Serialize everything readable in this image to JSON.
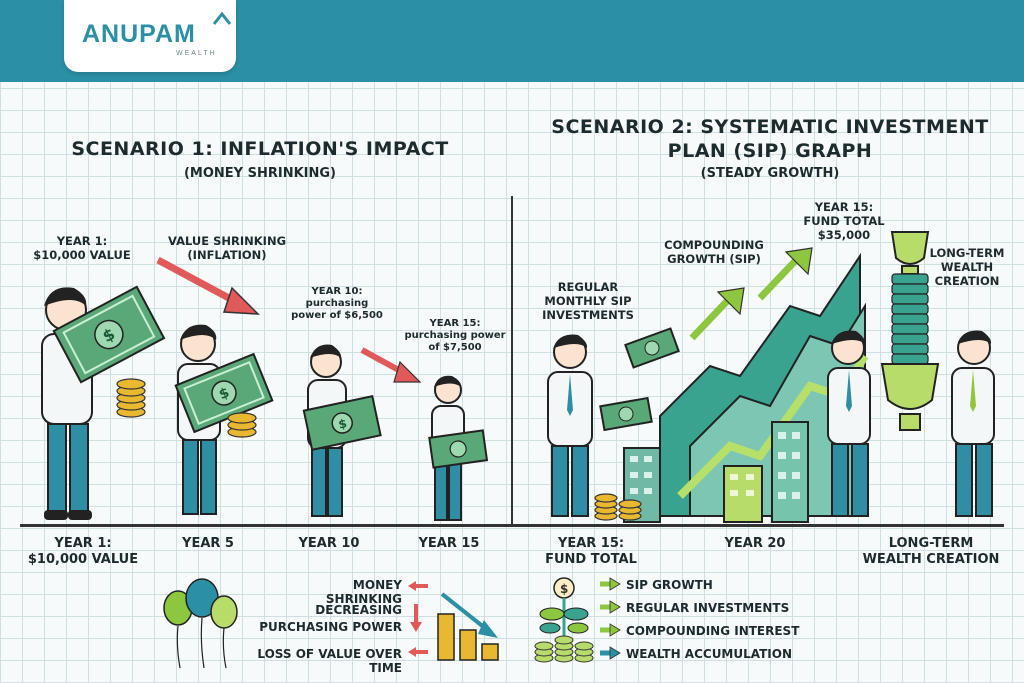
{
  "brand": {
    "name": "ANUPAM",
    "sub": "WEALTH"
  },
  "scenario1": {
    "title": "SCENARIO 1: INFLATION'S IMPACT",
    "subtitle": "(MONEY SHRINKING)",
    "labels": {
      "year1": "YEAR 1:\n$10,000 VALUE",
      "shrinking": "VALUE SHRINKING\n(INFLATION)",
      "year10": "YEAR 10:\npurchasing\npower of $6,500",
      "year15": "YEAR 15:\npurchasing power\nof $7,500"
    },
    "axis": [
      "YEAR 1:\n$10,000 VALUE",
      "YEAR 5",
      "YEAR 10",
      "YEAR 15"
    ],
    "legend": [
      "MONEY SHRINKING",
      "DECREASING\nPURCHASING POWER",
      "LOSS OF VALUE OVER TIME"
    ]
  },
  "scenario2": {
    "title_line1": "SCENARIO 2: SYSTEMATIC INVESTMENT",
    "title_line2": "PLAN (SIP) GRAPH",
    "subtitle": "(STEADY GROWTH)",
    "labels": {
      "regular": "REGULAR\nMONTHLY SIP\nINVESTMENTS",
      "compounding": "COMPOUNDING\nGROWTH (SIP)",
      "fund": "YEAR 15:\nFUND TOTAL\n$35,000",
      "longterm": "LONG-TERM\nWEALTH\nCREATION"
    },
    "axis": [
      "YEAR 15:\nFUND TOTAL",
      "YEAR 20",
      "LONG-TERM\nWEALTH CREATION"
    ],
    "legend": [
      "SIP GROWTH",
      "REGULAR INVESTMENTS",
      "COMPOUNDING INTEREST",
      "WEALTH ACCUMULATION"
    ]
  },
  "colors": {
    "banner": "#2b8fa6",
    "teal": "#2b8fa6",
    "green": "#8dc63f",
    "red": "#e05a5a",
    "gold": "#e8b830",
    "money": "#5aa777"
  },
  "icons": [
    "logo-mark-icon",
    "person-icon",
    "banknote-icon",
    "coin-stack-icon",
    "arrow-icon",
    "balloon-icon",
    "trophy-icon",
    "building-icon",
    "plant-icon",
    "bar-chart-icon"
  ]
}
